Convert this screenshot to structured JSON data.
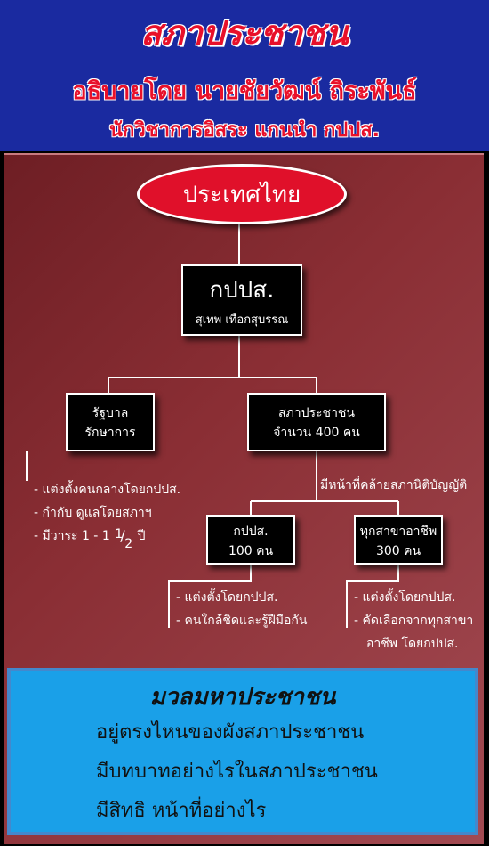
{
  "header": {
    "title": "สภาประชาชน",
    "subtitle1": "อธิบายโดย นายชัยวัฒน์ ถิระพันธ์",
    "subtitle2": "นักวิชาการอิสระ แกนนำ กปปส."
  },
  "diagram": {
    "root": "ประเทศไทย",
    "top_box": {
      "line1": "กปปส.",
      "line2": "สุเทพ เทือกสุบรรณ"
    },
    "left_box": {
      "line1": "รัฐบาล",
      "line2": "รักษาการ"
    },
    "mid_box": {
      "line1": "สภาประชาชน",
      "line2": "จำนวน 400 คน"
    },
    "mid_note": "มีหน้าที่คล้ายสภานิติบัญญัติ",
    "sub_left_box": {
      "line1": "กปปส.",
      "line2": "100 คน"
    },
    "sub_right_box": {
      "line1": "ทุกสาขาอาชีพ",
      "line2": "300 คน"
    },
    "left_bullets": {
      "b1": "- แต่งตั้งคนกลางโดยกปปส.",
      "b2": "- กำกับ ดูแลโดยสภาฯ",
      "b3_prefix": "- มีวาระ 1 -",
      "b3_num": "1",
      "b3_den": "2",
      "b3_suffix": "ปี"
    },
    "sub_left_bullets": {
      "b1": "- แต่งตั้งโดยกปปส.",
      "b2": "- คนใกล้ชิดและรู้ฝีมือกัน"
    },
    "sub_right_bullets": {
      "b1": "- แต่งตั้งโดยกปปส.",
      "b2": "- คัดเลือกจากทุกสาขา",
      "b3": "อาชีพ โดยกปปส."
    }
  },
  "footer": {
    "title": "มวลมหาประชาชน",
    "line1": "อยู่ตรงไหนของผังสภาประชาชน",
    "line2": "มีบทบาทอย่างไรในสภาประชาชน",
    "line3": "มีสิทธิ หน้าที่อย่างไร"
  }
}
